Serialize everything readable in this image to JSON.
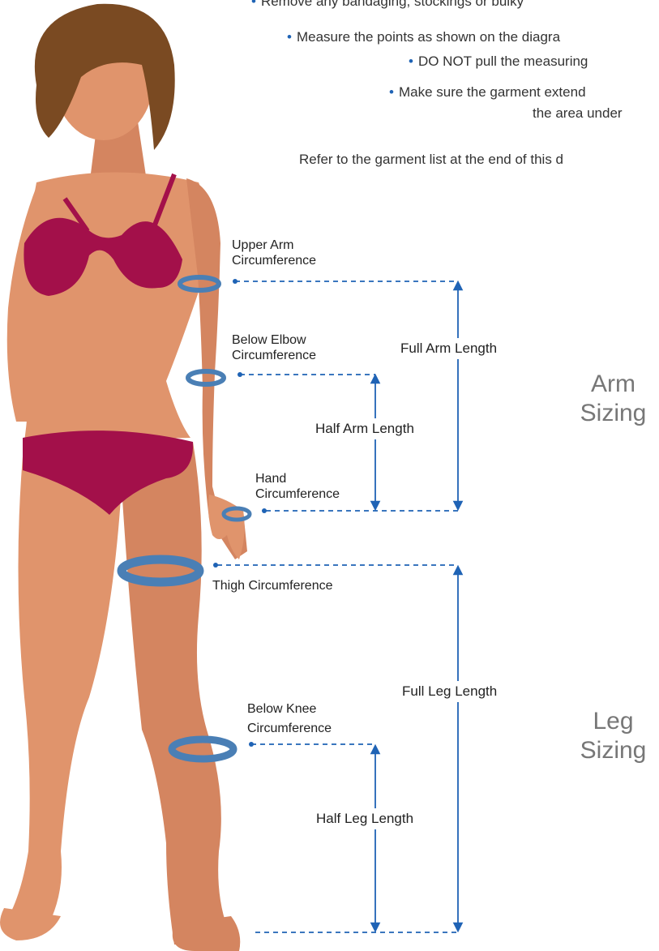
{
  "instructions": {
    "bullets": [
      "Remove any bandaging, stockings or bulky",
      "Measure the points as shown on the diagra",
      "DO NOT pull the measuring",
      "Make sure the garment extend"
    ],
    "continuation": "the area under",
    "refer": "Refer to the garment list at the end of this d"
  },
  "labels": {
    "upper_arm": [
      "Upper Arm",
      "Circumference"
    ],
    "below_elbow": [
      "Below Elbow",
      "Circumference"
    ],
    "hand": [
      "Hand",
      "Circumference"
    ],
    "thigh": "Thigh Circumference",
    "below_knee": [
      "Below Knee",
      "Circumference"
    ]
  },
  "lengths": {
    "full_arm": "Full Arm Length",
    "half_arm": "Half Arm Length",
    "full_leg": "Full Leg Length",
    "half_leg": "Half Leg Length"
  },
  "sections": {
    "arm": [
      "Arm",
      "Sizing"
    ],
    "leg": [
      "Leg",
      "Sizing"
    ]
  },
  "colors": {
    "skin": "#e0946c",
    "skin_shade": "#d48560",
    "hair": "#7a4a22",
    "bikini": "#a3104a",
    "band": "#4a7fb5",
    "guide": "#1f63b5"
  }
}
